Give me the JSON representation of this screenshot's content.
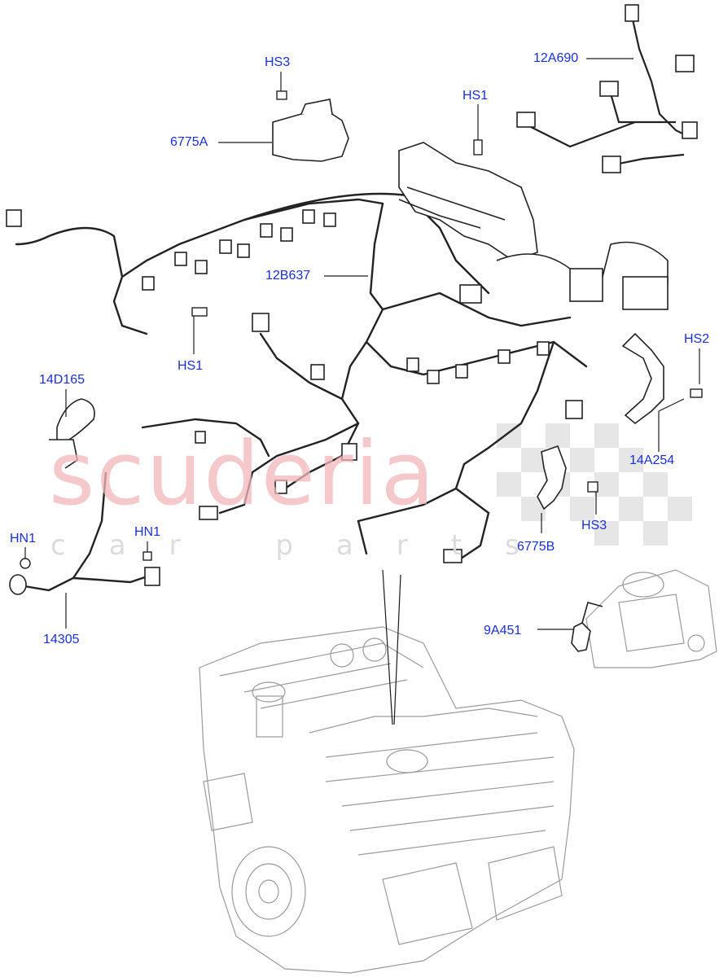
{
  "watermark": {
    "main": "scuderia",
    "sub": "car parts"
  },
  "callouts": [
    {
      "id": "hs3-top",
      "label": "HS3"
    },
    {
      "id": "6775a",
      "label": "6775A"
    },
    {
      "id": "hs1-top",
      "label": "HS1"
    },
    {
      "id": "12a690",
      "label": "12A690"
    },
    {
      "id": "12b637",
      "label": "12B637"
    },
    {
      "id": "hs1-left",
      "label": "HS1"
    },
    {
      "id": "hs2",
      "label": "HS2"
    },
    {
      "id": "14d165",
      "label": "14D165"
    },
    {
      "id": "14a254",
      "label": "14A254"
    },
    {
      "id": "hn1-left",
      "label": "HN1"
    },
    {
      "id": "hn1-right",
      "label": "HN1"
    },
    {
      "id": "hs3-right",
      "label": "HS3"
    },
    {
      "id": "6775b",
      "label": "6775B"
    },
    {
      "id": "14305",
      "label": "14305"
    },
    {
      "id": "9a451",
      "label": "9A451"
    }
  ],
  "colors": {
    "callout": "#1a2fd6",
    "line": "#1a1a1a",
    "engine": "#9a9a9a",
    "watermark": "#f2b8bb"
  }
}
